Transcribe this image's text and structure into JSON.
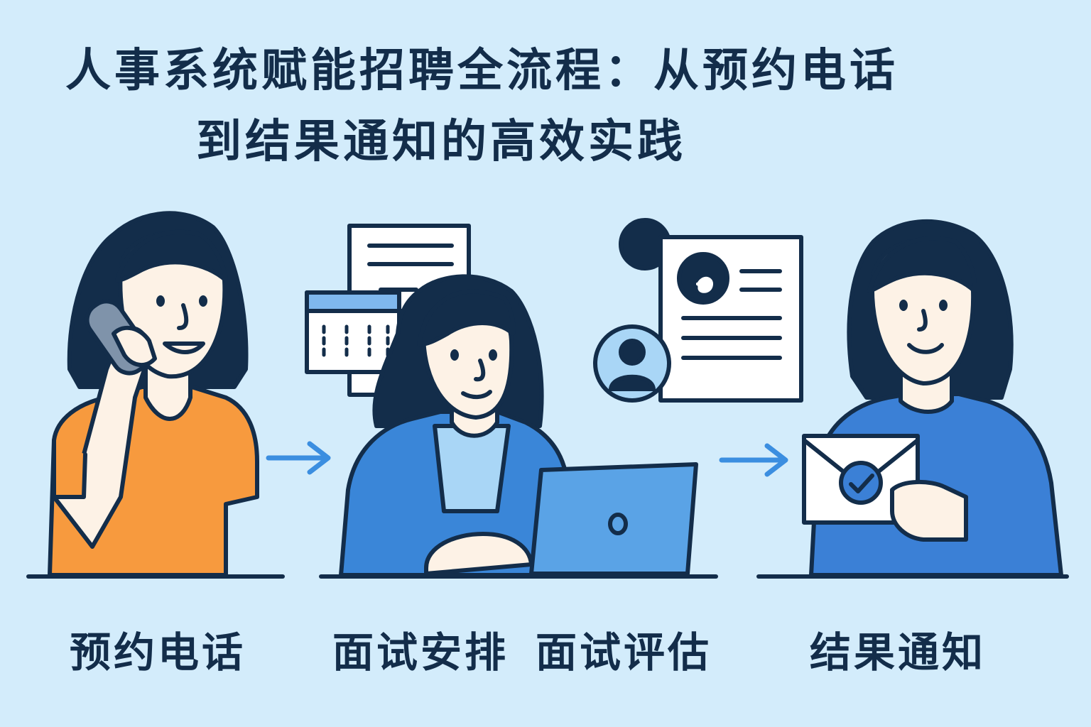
{
  "title": {
    "line1": "人事系统赋能招聘全流程：从预约电话",
    "line2": "到结果通知的高效实践"
  },
  "steps": [
    {
      "label": "预约电话",
      "icon": "phone-icon"
    },
    {
      "label": "面试安排",
      "icon": "calendar-icon"
    },
    {
      "label": "面试评估",
      "icon": "resume-icon"
    },
    {
      "label": "结果通知",
      "icon": "envelope-check-icon"
    }
  ],
  "colors": {
    "background": "#d3ecfb",
    "outline": "#132d4a",
    "orange_shirt": "#f79a3e",
    "blue_jacket": "#3a86d8",
    "blue_sweater": "#3b80d6",
    "arrow": "#3b8ee0",
    "skin": "#fdf2e6"
  }
}
